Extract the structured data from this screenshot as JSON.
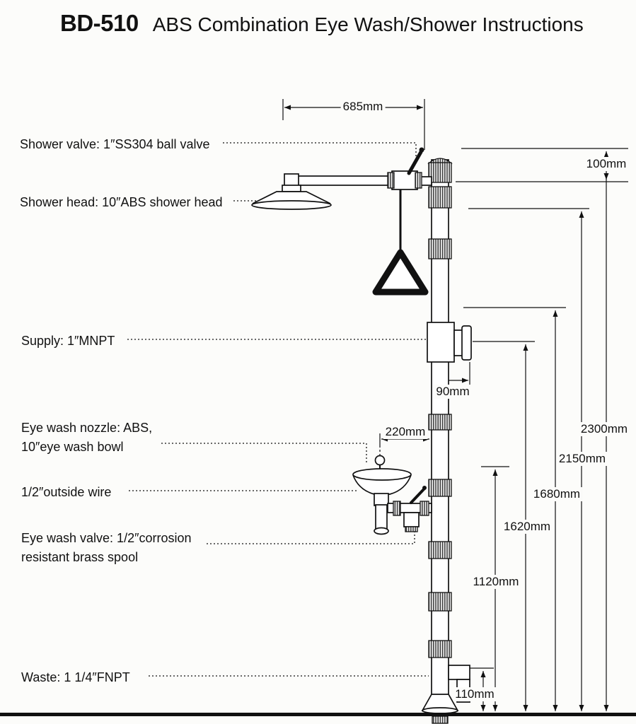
{
  "header": {
    "model": "BD-510",
    "title": "ABS Combination Eye Wash/Shower Instructions"
  },
  "callouts": {
    "shower_valve": "Shower valve: 1″SS304 ball valve",
    "shower_head": "Shower head: 10″ABS shower head",
    "supply": "Supply: 1″MNPT",
    "eye_wash_nozzle": "Eye wash nozzle: ABS,\n10″eye wash bowl",
    "outside_wire": "1/2″outside wire",
    "eye_wash_valve": "Eye wash valve: 1/2″corrosion\nresistant brass spool",
    "waste": "Waste: 1 1/4″FNPT"
  },
  "dimensions": {
    "arm_width": "685mm",
    "top_offset": "100mm",
    "supply_outlet": "90mm",
    "bowl_offset": "220mm",
    "overall_height": "2300mm",
    "shower_head_height": "2150mm",
    "supply_height": "1680mm",
    "valve_height": "1620mm",
    "bowl_height": "1120mm",
    "waste_height": "110mm"
  },
  "colors": {
    "ink": "#111111",
    "paper": "#fcfcfa"
  }
}
